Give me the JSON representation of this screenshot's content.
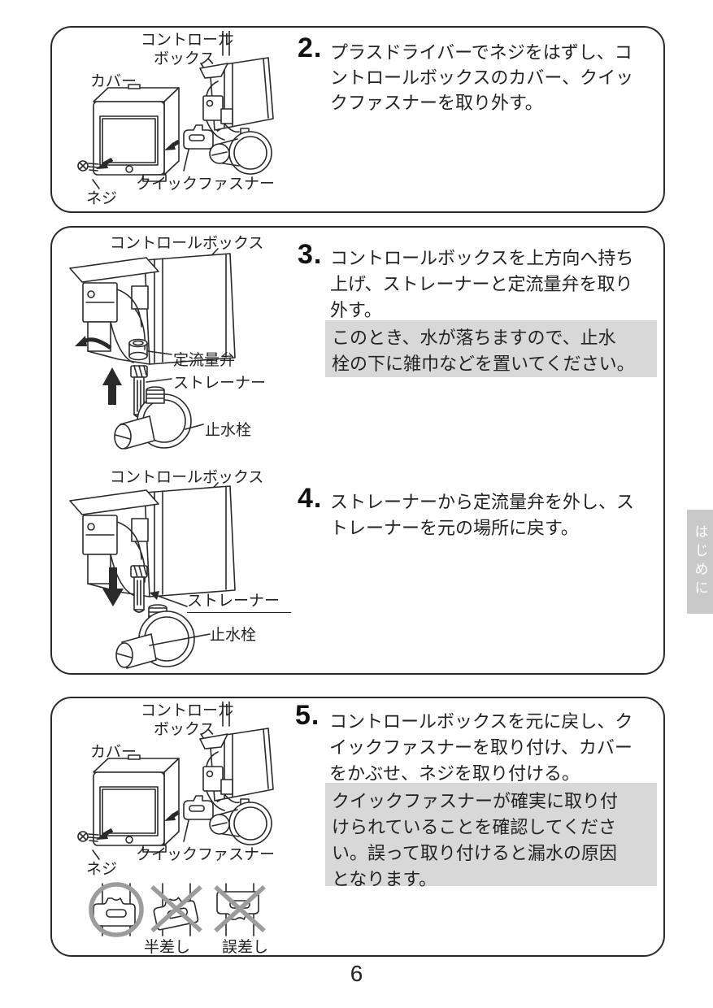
{
  "page": {
    "number": "6",
    "side_tab": "はじめに"
  },
  "colors": {
    "line": "#2a2a2a",
    "note_bg": "#d8d8d8",
    "tab_bg": "#c9c9c9",
    "mark": "#9c9c9c"
  },
  "step2": {
    "number": "2.",
    "lines": [
      "プラスドライバーでネジをはずし、コ",
      "ントロールボックスのカバー、クイッ",
      "クファスナーを取り外す。"
    ],
    "labels": {
      "control_box_1": "コントロール",
      "control_box_2": "ボックス",
      "cover": "カバー",
      "quick_fastener": "クイックファスナー",
      "screw": "ネジ"
    }
  },
  "step3": {
    "number": "3.",
    "lines": [
      "コントロールボックスを上方向へ持ち",
      "上げ、ストレーナーと定流量弁を取り",
      "外す。"
    ],
    "note": [
      "このとき、水が落ちますので、止水",
      "栓の下に雑巾などを置いてください。"
    ],
    "labels": {
      "control_box": "コントロールボックス",
      "flow_valve": "定流量弁",
      "strainer": "ストレーナー",
      "stop_valve": "止水栓"
    }
  },
  "step4": {
    "number": "4.",
    "lines": [
      "ストレーナーから定流量弁を外し、ス",
      "トレーナーを元の場所に戻す。"
    ],
    "labels": {
      "control_box": "コントロールボックス",
      "strainer": "ストレーナー",
      "stop_valve": "止水栓"
    }
  },
  "step5": {
    "number": "5.",
    "lines": [
      "コントロールボックスを元に戻し、ク",
      "イックファスナーを取り付け、カバー",
      "をかぶせ、ネジを取り付ける。"
    ],
    "note": [
      "クイックファスナーが確実に取り付",
      "けられていることを確認してくださ",
      "い。誤って取り付けると漏水の原因",
      "となります。"
    ],
    "labels": {
      "control_box_1": "コントロール",
      "control_box_2": "ボックス",
      "cover": "カバー",
      "quick_fastener": "クイックファスナー",
      "screw": "ネジ",
      "half_inserted": "半差し",
      "wrong_inserted": "誤差し"
    }
  }
}
